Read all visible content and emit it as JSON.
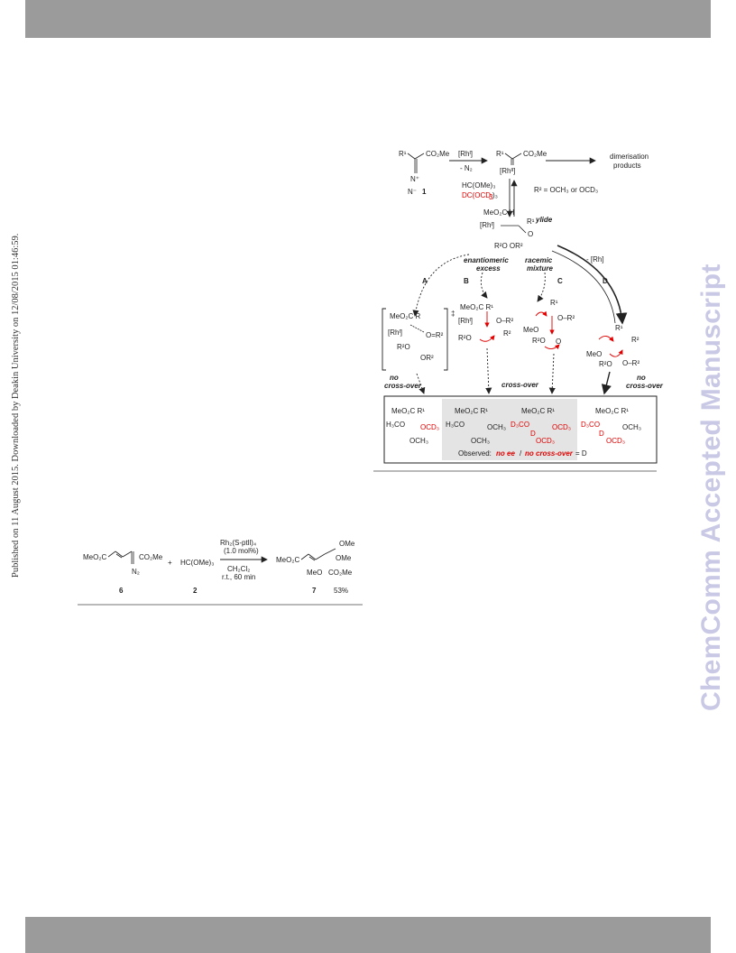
{
  "side": {
    "published": "Published on 11 August 2015. Downloaded by Deakin University on 12/08/2015 01:46:59.",
    "journal": "ChemComm Accepted Manuscript"
  },
  "scheme_top": {
    "diazo_r1": "R¹",
    "diazo_co2me": "CO₂Me",
    "diazo_n2": "N⁺",
    "diazo_n": "N⁻",
    "diazo_num": "1",
    "rh_cat": "[Rhᴵ]",
    "minus_n2": "- N₂",
    "carbenoid_r1": "R¹",
    "carbenoid_co2me": "CO₂Me",
    "carbenoid_rh": "[Rhᴵᴵ]",
    "dimer_1": "dimerisation",
    "dimer_2": "products",
    "reagent1": "HC(OMe)₃",
    "reagent2_black": "DC(OCD",
    "reagent2_red": "3",
    "reagent2_tail": ")₃",
    "r2_def": "R² = OCH₃ or OCD₃",
    "ylide_label": "ylide",
    "ylide_line1": "MeO₂C  H",
    "ylide_line2": "[Rhᴵ]",
    "ylide_r1": "R¹",
    "ylide_o": "O",
    "ylide_line3": "R²O    OR²",
    "enantio_1": "enantiomeric",
    "enantio_2": "excess",
    "racemic_1": "racemic",
    "racemic_2": "mixture",
    "minus_rh": "- [Rh]",
    "path_a": "A",
    "path_b": "B",
    "path_c": "C",
    "path_d": "D",
    "ts_a_1": "MeO₂C  R",
    "ts_a_2": "[Rhᴵ]",
    "ts_a_3": "O=R²",
    "ts_a_4": "R²O",
    "ts_a_5": "OR²",
    "ts_a_dagger": "‡",
    "b_1": "MeO₂C  R¹",
    "b_2": "[Rhᴵ]",
    "b_3": "O–R²",
    "b_4": "R²O",
    "b_5": "R²",
    "c_1": "R¹",
    "c_2": "O–R²",
    "c_3": "MeO",
    "c_4": "R²O",
    "c_5": "O",
    "d_1": "R¹",
    "d_2": "R²",
    "d_3": "MeO",
    "d_4": "R²O",
    "d_5": "O–R²",
    "no_crossover_a1": "no",
    "no_crossover_a2": "cross-over",
    "crossover": "cross-over",
    "no_crossover_d1": "no",
    "no_crossover_d2": "cross-over",
    "prod1_1": "MeO₂C  R¹",
    "prod1_2": "H₃CO",
    "prod1_3": "OCD₃",
    "prod1_4": "OCH₃",
    "prod2_1": "MeO₂C  R¹",
    "prod2_2": "H₃CO",
    "prod2_3": "OCH₃",
    "prod2_4": "OCH₃",
    "prod3_1": "MeO₂C  R¹",
    "prod3_2": "D₃CO",
    "prod3_3": "OCD₃",
    "prod3_4": "D",
    "prod3_5": "OCD₃",
    "prod4_1": "MeO₂C  R¹",
    "prod4_2": "D₃CO",
    "prod4_3": "OCH₃",
    "prod4_4": "D",
    "prod4_5": "OCD₃",
    "observed_1": "Observed:",
    "observed_2": "no ee",
    "observed_3": "/",
    "observed_4": "no cross-over",
    "observed_5": "= D"
  },
  "scheme_bottom": {
    "sm_left": "MeO₂C",
    "sm_right": "CO₂Me",
    "sm_n2": "N₂",
    "plus": "+",
    "reagent": "HC(OMe)₃",
    "cat_1": "Rh₂(S-ptll)₄",
    "cat_2": "(1.0 mol%)",
    "cond_1": "CH₂Cl₂",
    "cond_2": "r.t., 60 min",
    "prod_left": "MeO₂C",
    "prod_ome1": "OMe",
    "prod_ome2": "OMe",
    "prod_meo": "MeO",
    "prod_co2me": "CO₂Me",
    "num_sm": "6",
    "num_reagent": "2",
    "num_prod": "7",
    "yield": "53%"
  }
}
